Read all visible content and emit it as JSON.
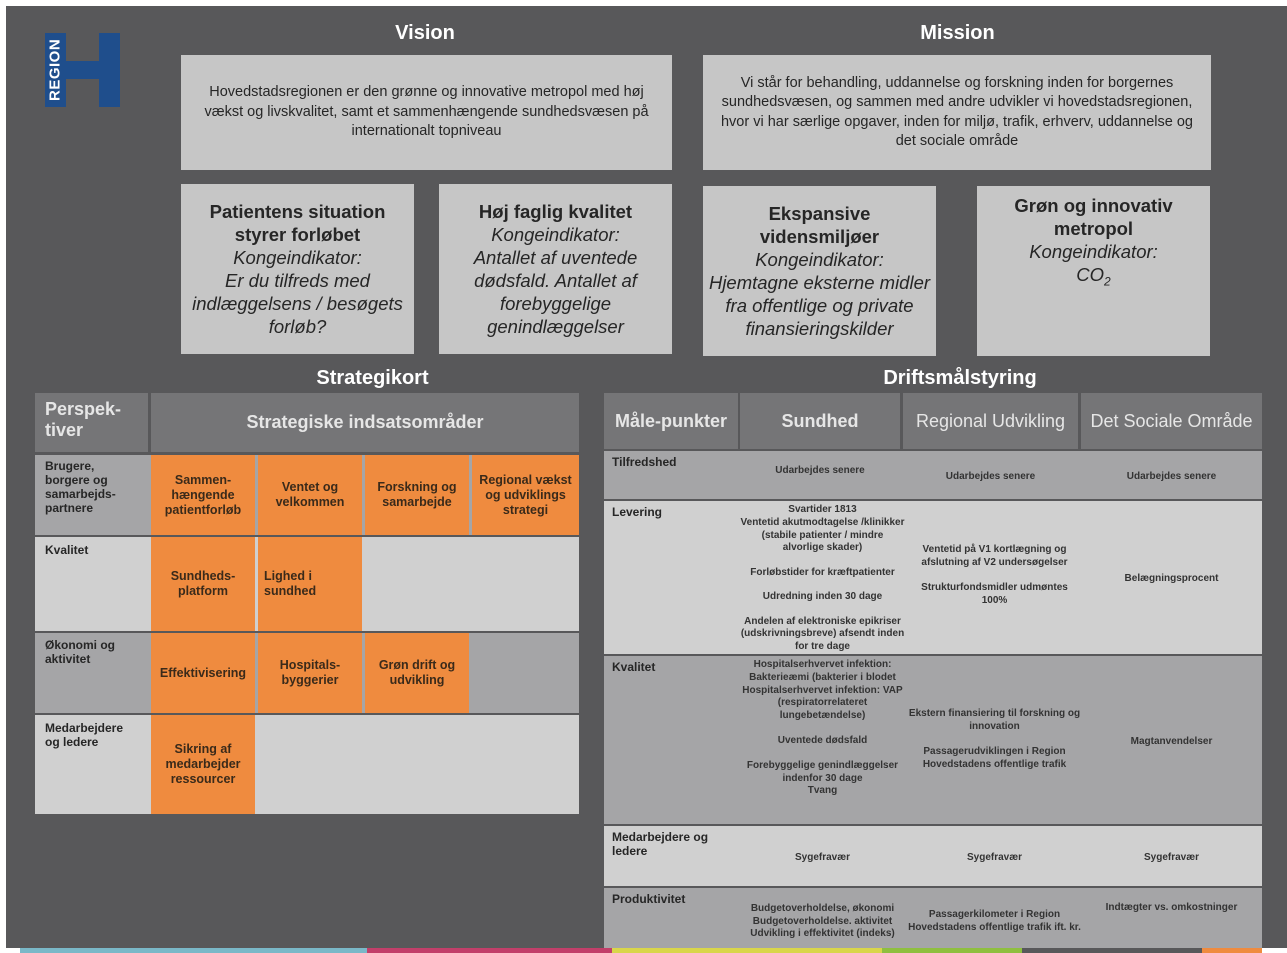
{
  "logo": {
    "text": "REGION",
    "color": "#1f4e8c"
  },
  "vision": {
    "title": "Vision",
    "text": "Hovedstadsregionen er den grønne og innovative metropol med høj vækst og livskvalitet, samt et sammenhængende sundhedsvæsen på internationalt topniveau"
  },
  "mission": {
    "title": "Mission",
    "text": "Vi står for behandling, uddannelse og forskning inden for borgernes sundhedsvæsen, og sammen med andre udvikler vi hovedstadsregionen, hvor vi har særlige opgaver, inden for miljø, trafik, erhverv, uddannelse og det sociale område"
  },
  "kpis": [
    {
      "title": "Patientens situation styrer forløbet",
      "label": "Kongeindikator:",
      "desc": "Er du tilfreds med indlæggelsens / besøgets forløb?"
    },
    {
      "title": "Høj faglig kvalitet",
      "label": "Kongeindikator:",
      "desc": "Antallet af uventede dødsfald. Antallet af forebyggelige genindlæggelser"
    },
    {
      "title": "Ekspansive vidensmiljøer",
      "label": "Kongeindikator:",
      "desc": "Hjemtagne eksterne midler fra offentlige og private finansieringskilder"
    },
    {
      "title": "Grøn og innovativ metropol",
      "label": "Kongeindikator:",
      "desc": "CO",
      "desc_sub": "2"
    }
  ],
  "strategikort": {
    "title": "Strategikort",
    "header_persp": "Perspek-tiver",
    "header_main": "Strategiske indsatsområder",
    "rows": [
      {
        "label": "Brugere, borgere og samarbejds-partnere",
        "cells": [
          "Sammen-hængende patientforløb",
          "Ventet og velkommen",
          "Forskning og samarbejde",
          "Regional vækst og udviklings strategi"
        ]
      },
      {
        "label": "Kvalitet",
        "cells": [
          "Sundheds-platform",
          "Lighed i sundhed"
        ]
      },
      {
        "label": "Økonomi og aktivitet",
        "cells": [
          "Effektivisering",
          "Hospitals-byggerier",
          "Grøn drift og udvikling"
        ]
      },
      {
        "label": "Medarbejdere og ledere",
        "cells": [
          "Sikring af medarbejder ressourcer"
        ]
      }
    ],
    "colors": {
      "orange": "#ef8b3f",
      "header": "#757577",
      "row_dark": "#a5a5a7",
      "row_light": "#d0d0d0"
    }
  },
  "drift": {
    "title": "Driftsmålstyring",
    "headers": [
      "Måle-punkter",
      "Sundhed",
      "Regional Udvikling",
      "Det Sociale Område"
    ],
    "rows": [
      {
        "cat": "Tilfredshed",
        "sundhed": [
          "Udarbejdes senere"
        ],
        "regional": [
          "Udarbejdes senere"
        ],
        "social": [
          "Udarbejdes senere"
        ]
      },
      {
        "cat": "Levering",
        "sundhed": [
          "Svartider 1813",
          "Ventetid akutmodtagelse /klinikker (stabile patienter / mindre alvorlige skader)",
          "",
          "Forløbstider for kræftpatienter",
          "",
          "Udredning inden 30 dage",
          "",
          "Andelen af elektroniske epikriser (udskrivningsbreve) afsendt inden for tre dage"
        ],
        "regional": [
          "Ventetid på V1 kortlægning og afslutning af V2 undersøgelser",
          "",
          "Strukturfondsmidler udmøntes 100%"
        ],
        "social": [
          "Belægningsprocent"
        ]
      },
      {
        "cat": "Kvalitet",
        "sundhed": [
          "Hospitalserhvervet infektion: Bakterieæmi (bakterier i blodet",
          "Hospitalserhvervet infektion: VAP (respiratorrelateret lungebetændelse)",
          "",
          "Uventede dødsfald",
          "",
          "Forebyggelige genindlæggelser indenfor 30 dage",
          "Tvang"
        ],
        "regional": [
          "Ekstern finansiering til forskning og innovation",
          "",
          "Passagerudviklingen i Region Hovedstadens offentlige trafik"
        ],
        "social": [
          "Magtanvendelser"
        ]
      },
      {
        "cat": "Medarbejdere og ledere",
        "sundhed": [
          "Sygefravær"
        ],
        "regional": [
          "Sygefravær"
        ],
        "social": [
          "Sygefravær"
        ]
      },
      {
        "cat": "Produktivitet",
        "sundhed": [
          "Budgetoverholdelse, økonomi",
          "Budgetoverholdelse. aktivitet",
          "Udvikling i effektivitet (indeks)"
        ],
        "regional": [
          "Passagerkilometer i Region Hovedstadens offentlige trafik ift. kr."
        ],
        "social": [
          "Indtægter vs. omkostninger"
        ]
      }
    ]
  },
  "footer_colors": [
    "#7ab8c8",
    "#c23f6a",
    "#d9d64a",
    "#8fbf3f",
    "#58585a",
    "#ef8b3f"
  ]
}
